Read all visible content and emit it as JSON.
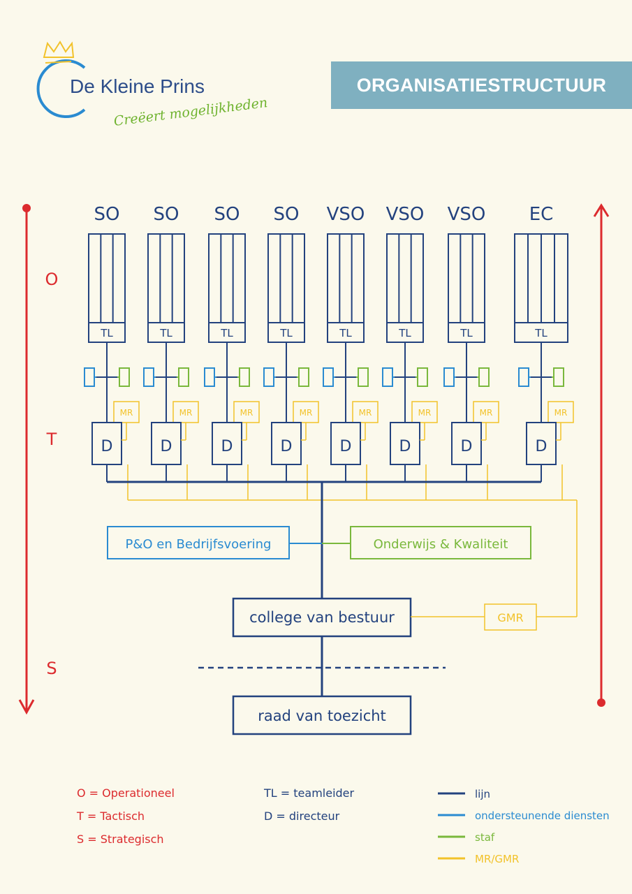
{
  "header": {
    "title": "ORGANISATIESTRUCTUUR",
    "logo_name": "De Kleine Prins",
    "logo_tagline": "Creëert mogelijkheden"
  },
  "colors": {
    "line": "#23427e",
    "support": "#2a8bd1",
    "staff": "#7ab83c",
    "mr": "#f2c22a",
    "axis": "#dc2b2e",
    "background": "#fbf9ec",
    "title_bar": "#7fb0c0"
  },
  "axis": {
    "o": "O",
    "t": "T",
    "s": "S"
  },
  "schools": [
    {
      "label": "SO",
      "team": "TL",
      "director": "D",
      "mr": "MR"
    },
    {
      "label": "SO",
      "team": "TL",
      "director": "D",
      "mr": "MR"
    },
    {
      "label": "SO",
      "team": "TL",
      "director": "D",
      "mr": "MR"
    },
    {
      "label": "SO",
      "team": "TL",
      "director": "D",
      "mr": "MR"
    },
    {
      "label": "VSO",
      "team": "TL",
      "director": "D",
      "mr": "MR"
    },
    {
      "label": "VSO",
      "team": "TL",
      "director": "D",
      "mr": "MR"
    },
    {
      "label": "VSO",
      "team": "TL",
      "director": "D",
      "mr": "MR"
    },
    {
      "label": "EC",
      "team": "TL",
      "director": "D",
      "mr": "MR"
    }
  ],
  "central": {
    "po_box": "P&O en Bedrijfsvoering",
    "ok_box": "Onderwijs & Kwaliteit",
    "cvb": "college van bestuur",
    "gmr": "GMR",
    "rvt": "raad van toezicht"
  },
  "legend": {
    "levels": [
      "O = Operationeel",
      "T = Tactisch",
      "S = Strategisch"
    ],
    "roles": [
      "TL = teamleider",
      "D = directeur"
    ],
    "lines": [
      {
        "label": "lijn",
        "color": "#23427e"
      },
      {
        "label": "ondersteunende diensten",
        "color": "#2a8bd1"
      },
      {
        "label": "staf",
        "color": "#7ab83c"
      },
      {
        "label": "MR/GMR",
        "color": "#f2c22a"
      }
    ]
  }
}
